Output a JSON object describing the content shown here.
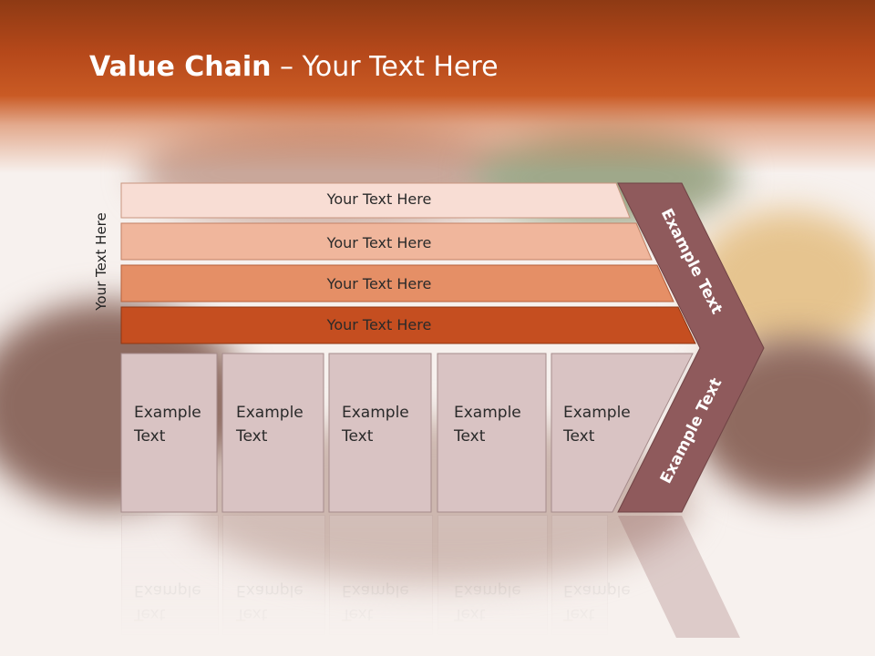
{
  "slide": {
    "title_bold": "Value Chain",
    "title_rest": " – Your Text Here",
    "vertical_label": "Your Text Here"
  },
  "bars": [
    {
      "label": "Your Text Here",
      "color": "#f8ddd4"
    },
    {
      "label": "Your Text Here",
      "color": "#f0b69c"
    },
    {
      "label": "Your Text Here",
      "color": "#e58f66"
    },
    {
      "label": "Your Text Here",
      "color": "#c54e20"
    }
  ],
  "cells": [
    {
      "line1": "Example",
      "line2": "Text"
    },
    {
      "line1": "Example",
      "line2": "Text"
    },
    {
      "line1": "Example",
      "line2": "Text"
    },
    {
      "line1": "Example",
      "line2": "Text"
    },
    {
      "line1": "Example",
      "line2": "Text"
    }
  ],
  "chevron": {
    "upper_label": "Example Text",
    "lower_label": "Example Text",
    "color": "#8f5a5c"
  },
  "colors": {
    "header": "#b5481a",
    "cell_fill": "#d9c3c3",
    "cell_border": "#a58b8b"
  }
}
